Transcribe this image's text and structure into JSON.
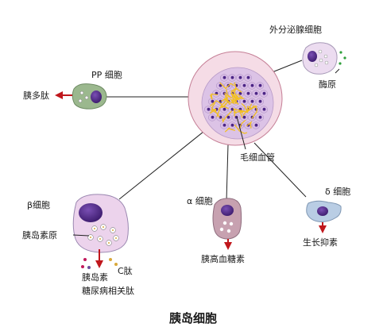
{
  "title": "胰岛细胞",
  "labels": {
    "exocrine_cell": "外分泌腺细胞",
    "enzyme": "酶原",
    "pp_cell": "PP 细胞",
    "pancreatic_polypeptide": "胰多肽",
    "capillary": "毛细血管",
    "beta_cell": "β细胞",
    "proinsulin": "胰岛素原",
    "insulin": "胰岛素",
    "c_peptide": "C肽",
    "diabetes_peptide": "糖尿病相关肽",
    "alpha_cell": "α 细胞",
    "glucagon": "胰高血糖素",
    "delta_cell": "δ 细胞",
    "somatostatin": "生长抑素"
  },
  "colors": {
    "islet_fill": "#f5dce6",
    "cell_membrane": "#e3cde8",
    "pp_cell_fill": "#9bb88e",
    "alpha_cell_fill": "#c7a1b0",
    "delta_cell_fill": "#b9cde4",
    "beta_cell_fill": "#ecd3ec",
    "nucleus": "#4b2585",
    "capillary": "#f3c021",
    "arrow": "#c0171c"
  }
}
